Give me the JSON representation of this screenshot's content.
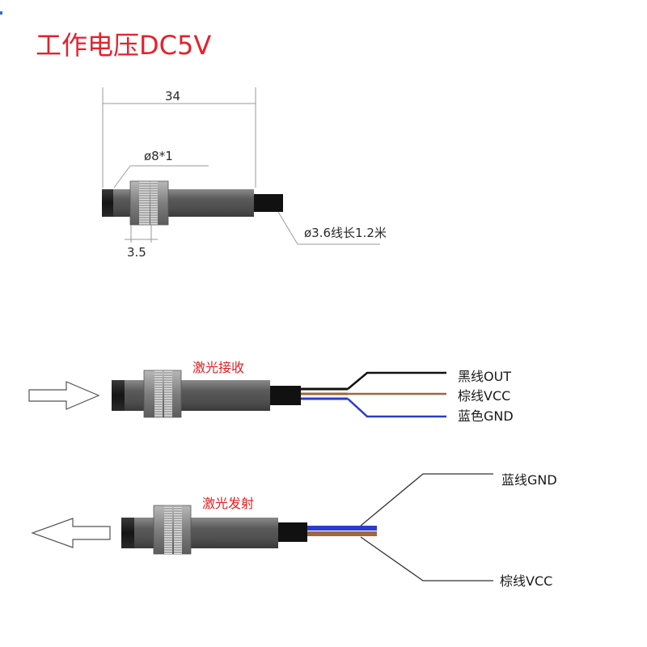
{
  "title": "工作电压DC5V",
  "dimensions": {
    "length": "34",
    "thread": "ø8*1",
    "nut_width": "3.5",
    "cable": "ø3.6线长1.2米"
  },
  "receiver": {
    "label": "激光接收",
    "wires": [
      {
        "label": "黑线OUT",
        "color": "#111111"
      },
      {
        "label": "棕线VCC",
        "color": "#a0663e"
      },
      {
        "label": "蓝色GND",
        "color": "#2b3bd0"
      }
    ]
  },
  "emitter": {
    "label": "激光发射",
    "wires": [
      {
        "label": "蓝线GND",
        "color": "#2b3bd0"
      },
      {
        "label": "棕线VCC",
        "color": "#a0663e"
      }
    ]
  },
  "colors": {
    "title": "#e8202a",
    "sensor_body": "#5e5e5e",
    "sensor_tip": "#1a1a1a",
    "cable": "#111111"
  }
}
